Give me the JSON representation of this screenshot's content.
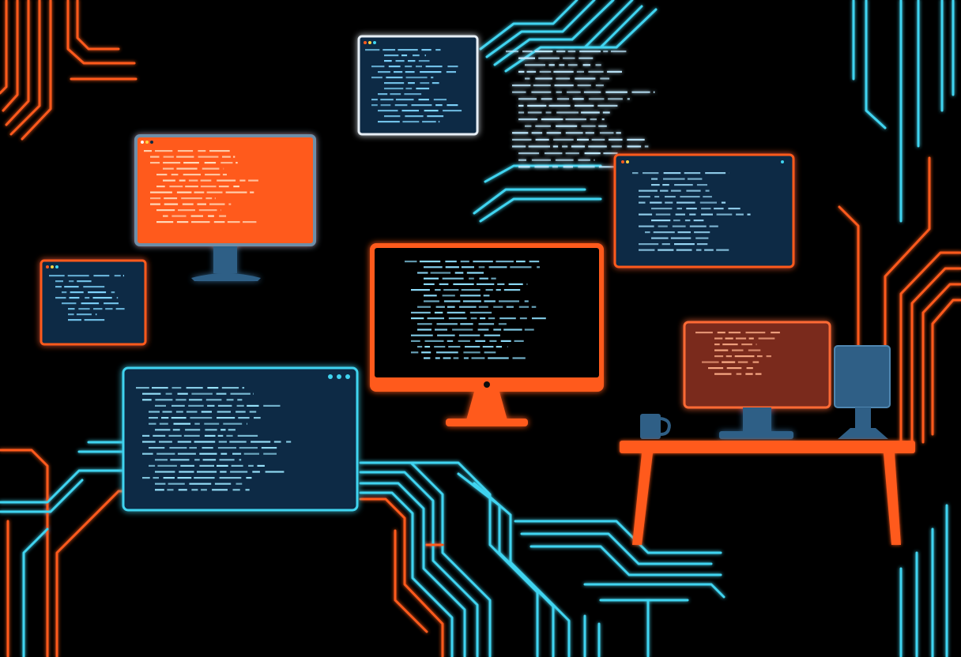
{
  "palette": {
    "background": "#000000",
    "cyan": "#3fd4f0",
    "orange": "#ff5a1f",
    "panel_navy": "#0e2a44",
    "slate": "#2f5f86"
  },
  "icons": [
    "window-dots-icon",
    "monitor-icon",
    "mug-icon",
    "desk-icon"
  ],
  "windows": [
    {
      "name": "window-top-center",
      "style": "navy-white-border",
      "code_lines": 14
    },
    {
      "name": "monitor-left-orange",
      "style": "orange-screen",
      "code_lines": 13
    },
    {
      "name": "window-small-left",
      "style": "navy-orange-border",
      "code_lines": 9
    },
    {
      "name": "window-right",
      "style": "navy-orange-border",
      "code_lines": 14
    },
    {
      "name": "monitor-center",
      "style": "orange-frame-black-screen",
      "code_lines": 18
    },
    {
      "name": "window-bottom-left",
      "style": "navy-cyan-border",
      "code_lines": 18
    },
    {
      "name": "monitor-desk",
      "style": "red-screen",
      "code_lines": 8
    }
  ],
  "floating_code_lines": 18
}
